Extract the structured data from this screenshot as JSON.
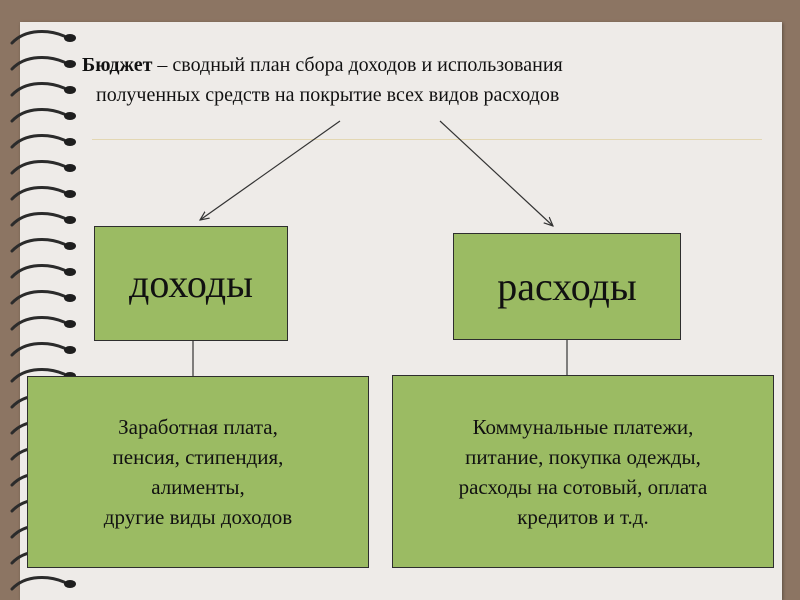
{
  "heading": {
    "term": "Бюджет",
    "definition_line1": " – сводный план сбора доходов и использования",
    "definition_line2": "полученных средств на покрытие всех видов расходов"
  },
  "income": {
    "title": "доходы",
    "details": "Заработная плата,\nпенсия, стипендия,\nалименты,\nдругие виды доходов"
  },
  "expenses": {
    "title": "расходы",
    "details": "Коммунальные платежи,\nпитание, покупка одежды,\nрасходы на сотовый, оплата\nкредитов и т.д."
  },
  "colors": {
    "background": "#8c7563",
    "page": "#eeebe8",
    "box_fill": "#9bbb63",
    "box_border": "#2e2e2e",
    "spiral": "#2b2b2b"
  }
}
